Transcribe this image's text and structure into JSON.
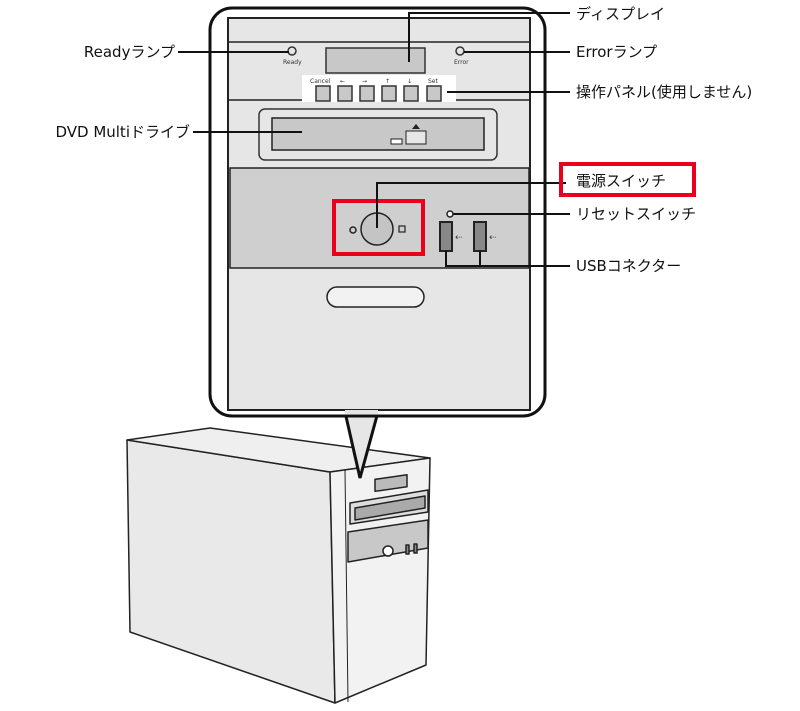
{
  "labels": {
    "display": "ディスプレイ",
    "ready_lamp": "Readyランプ",
    "error_lamp": "Errorランプ",
    "operation_panel": "操作パネル(使用しません)",
    "dvd_drive": "DVD Multiドライブ",
    "power_switch": "電源スイッチ",
    "reset_switch": "リセットスイッチ",
    "usb_connector": "USBコネクター"
  },
  "panel": {
    "ready": "Ready",
    "error": "Error",
    "buttons": [
      "Cancel",
      "←",
      "→",
      "↑",
      "↓",
      "Set"
    ]
  },
  "colors": {
    "highlight": "#e8001c",
    "bezel": "#e6e6e6",
    "panel_gray": "#cfcfcf"
  }
}
